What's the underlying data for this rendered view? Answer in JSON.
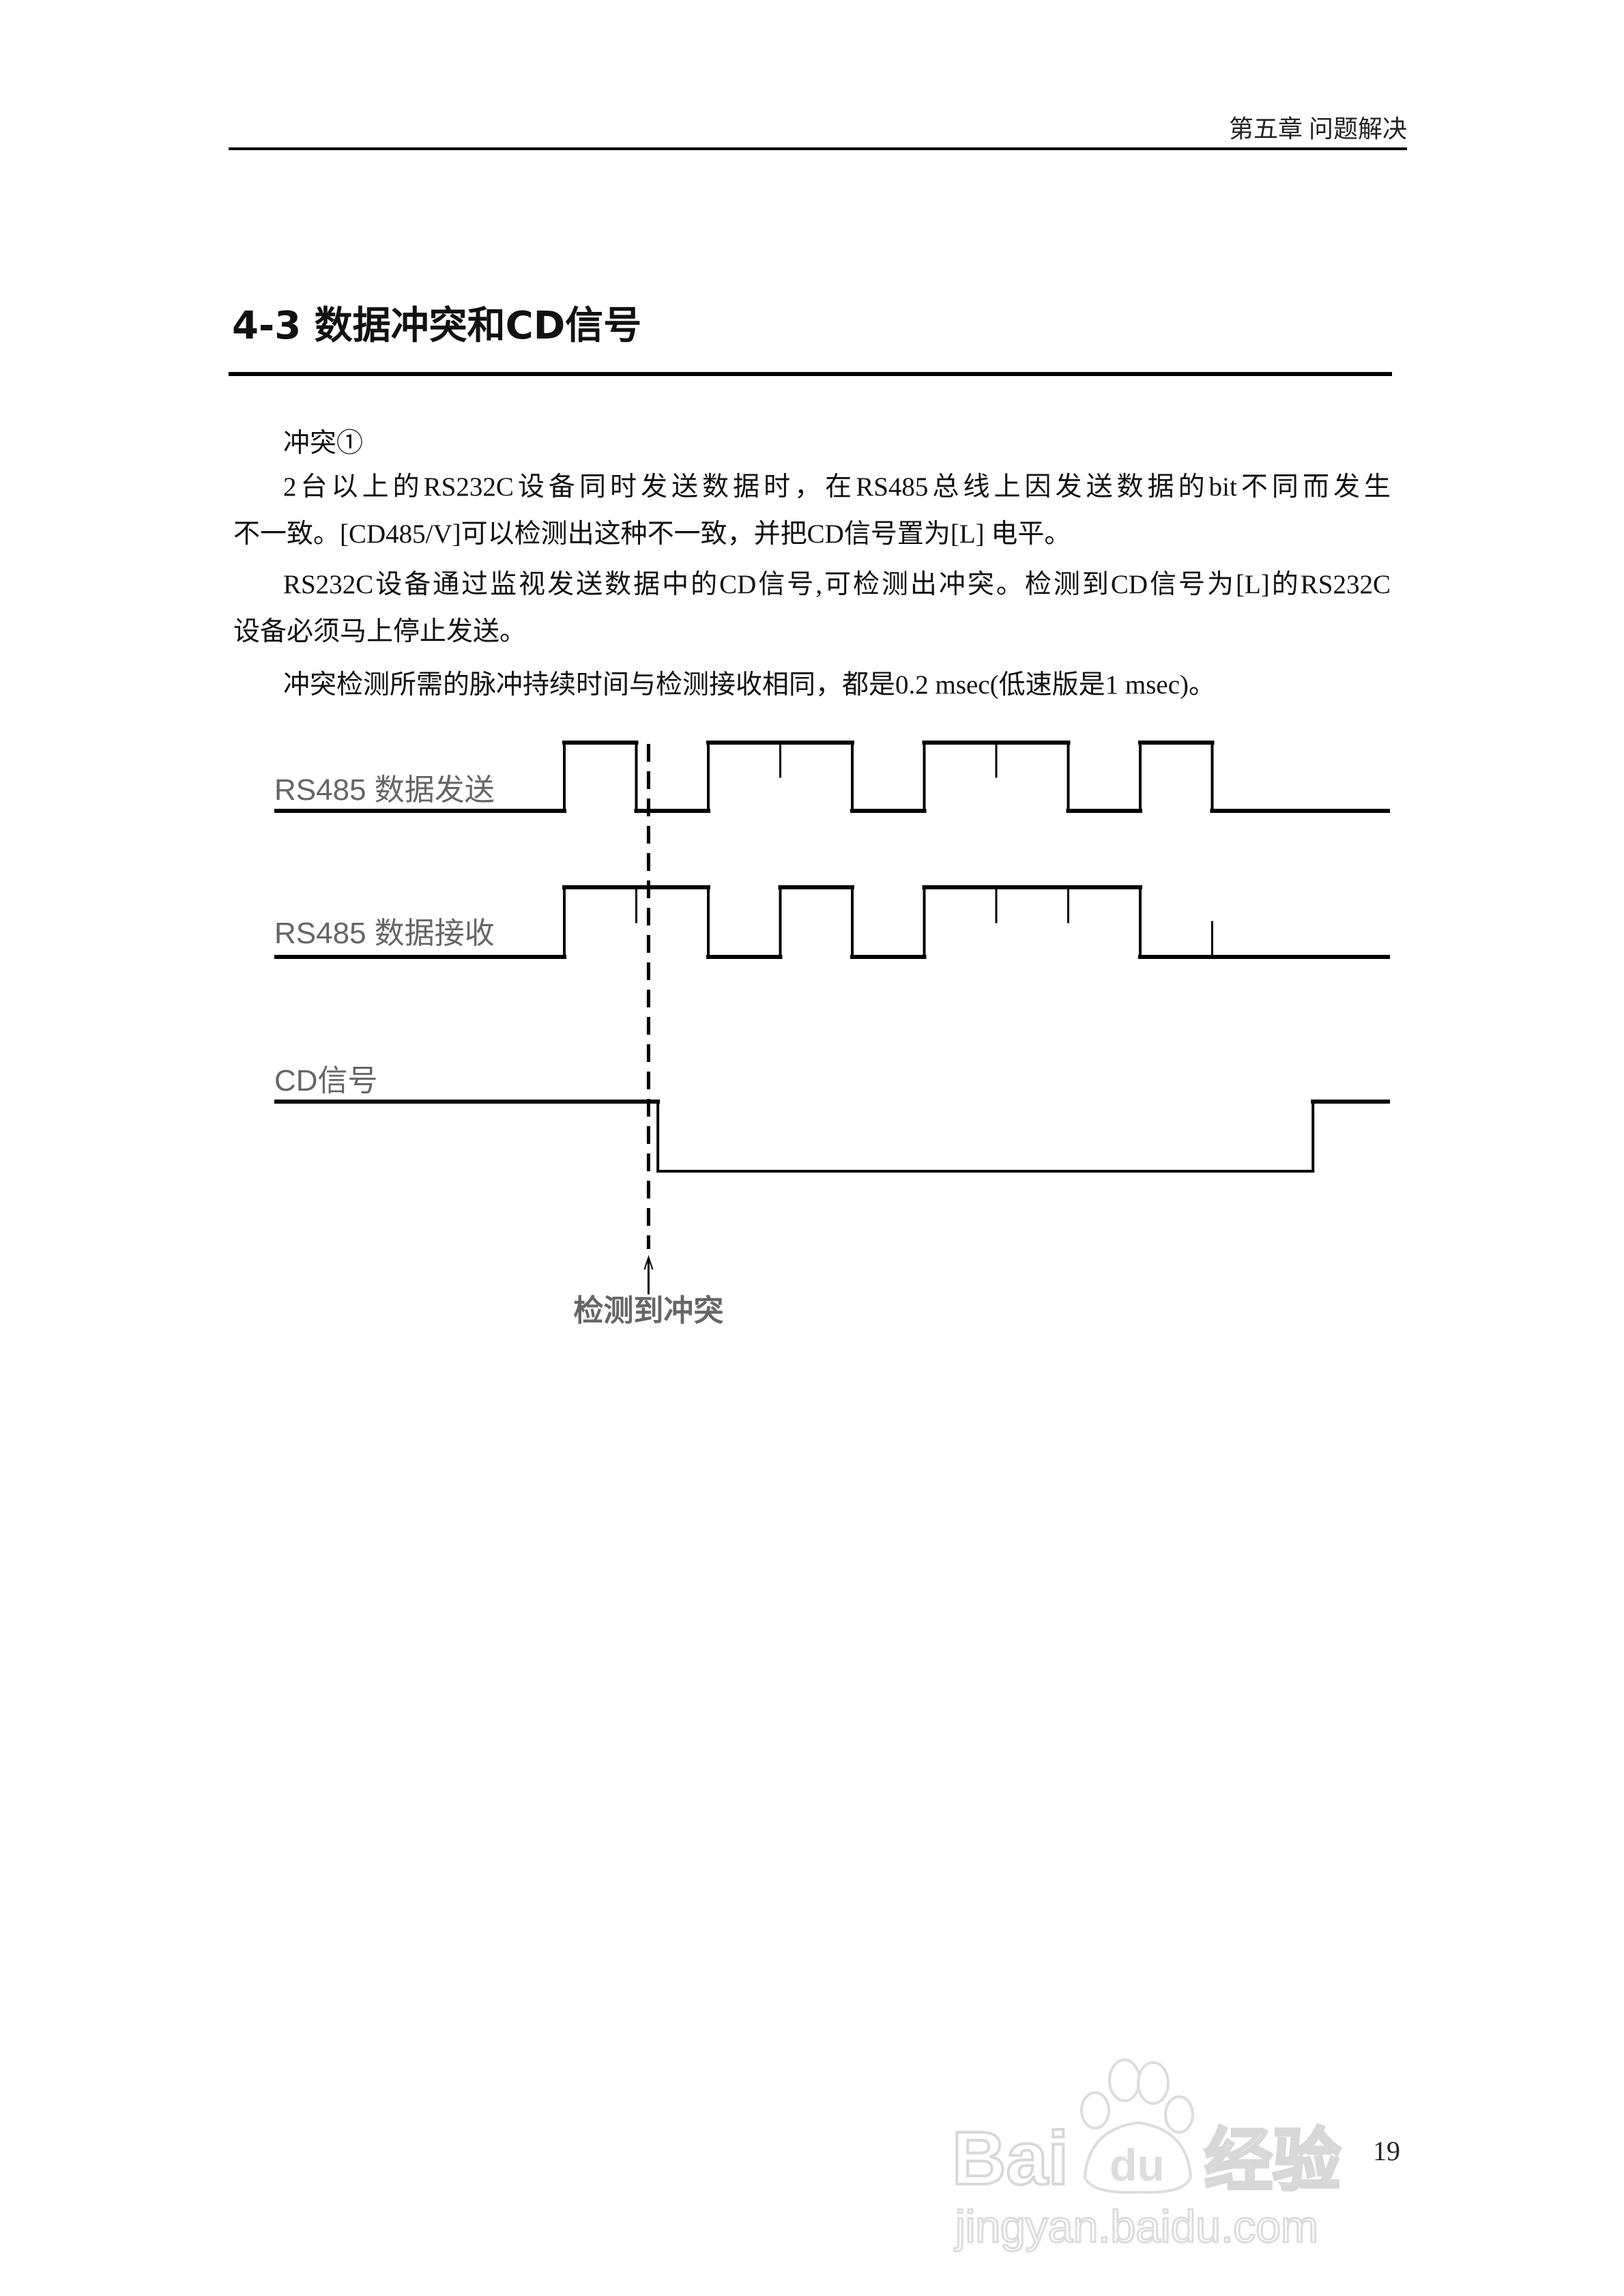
{
  "header": {
    "running_title": "第五章 问题解决"
  },
  "section": {
    "title": "4-3 数据冲突和CD信号",
    "subheading": "冲突①",
    "lines": [
      "2台以上的RS232C设备同时发送数据时，在RS485总线上因发送数据的bit不同而发生",
      "不一致。[CD485/V]可以检测出这种不一致，并把CD信号置为[L] 电平。",
      "RS232C设备通过监视发送数据中的CD信号,可检测出冲突。检测到CD信号为[L]的RS232C",
      "设备必须马上停止发送。",
      "冲突检测所需的脉冲持续时间与检测接收相同，都是0.2 msec(低速版是1 msec)。"
    ]
  },
  "timing_diagram": {
    "signals": [
      {
        "label": "RS485 数据发送",
        "bits": [
          1,
          0,
          1,
          1,
          0,
          1,
          1,
          0,
          1,
          0
        ]
      },
      {
        "label": "RS485 数据接收",
        "bits": [
          1,
          1,
          0,
          1,
          0,
          1,
          1,
          1,
          0,
          0
        ]
      },
      {
        "label": "CD信号",
        "low_from_bit": 1.3,
        "high_from_bit": 10.4
      }
    ],
    "marker": {
      "label": "检测到冲突",
      "at_bit": 1.17
    }
  },
  "page_number": "19",
  "watermark": {
    "logo": "Baidu经验",
    "url": "jingyan.baidu.com"
  }
}
